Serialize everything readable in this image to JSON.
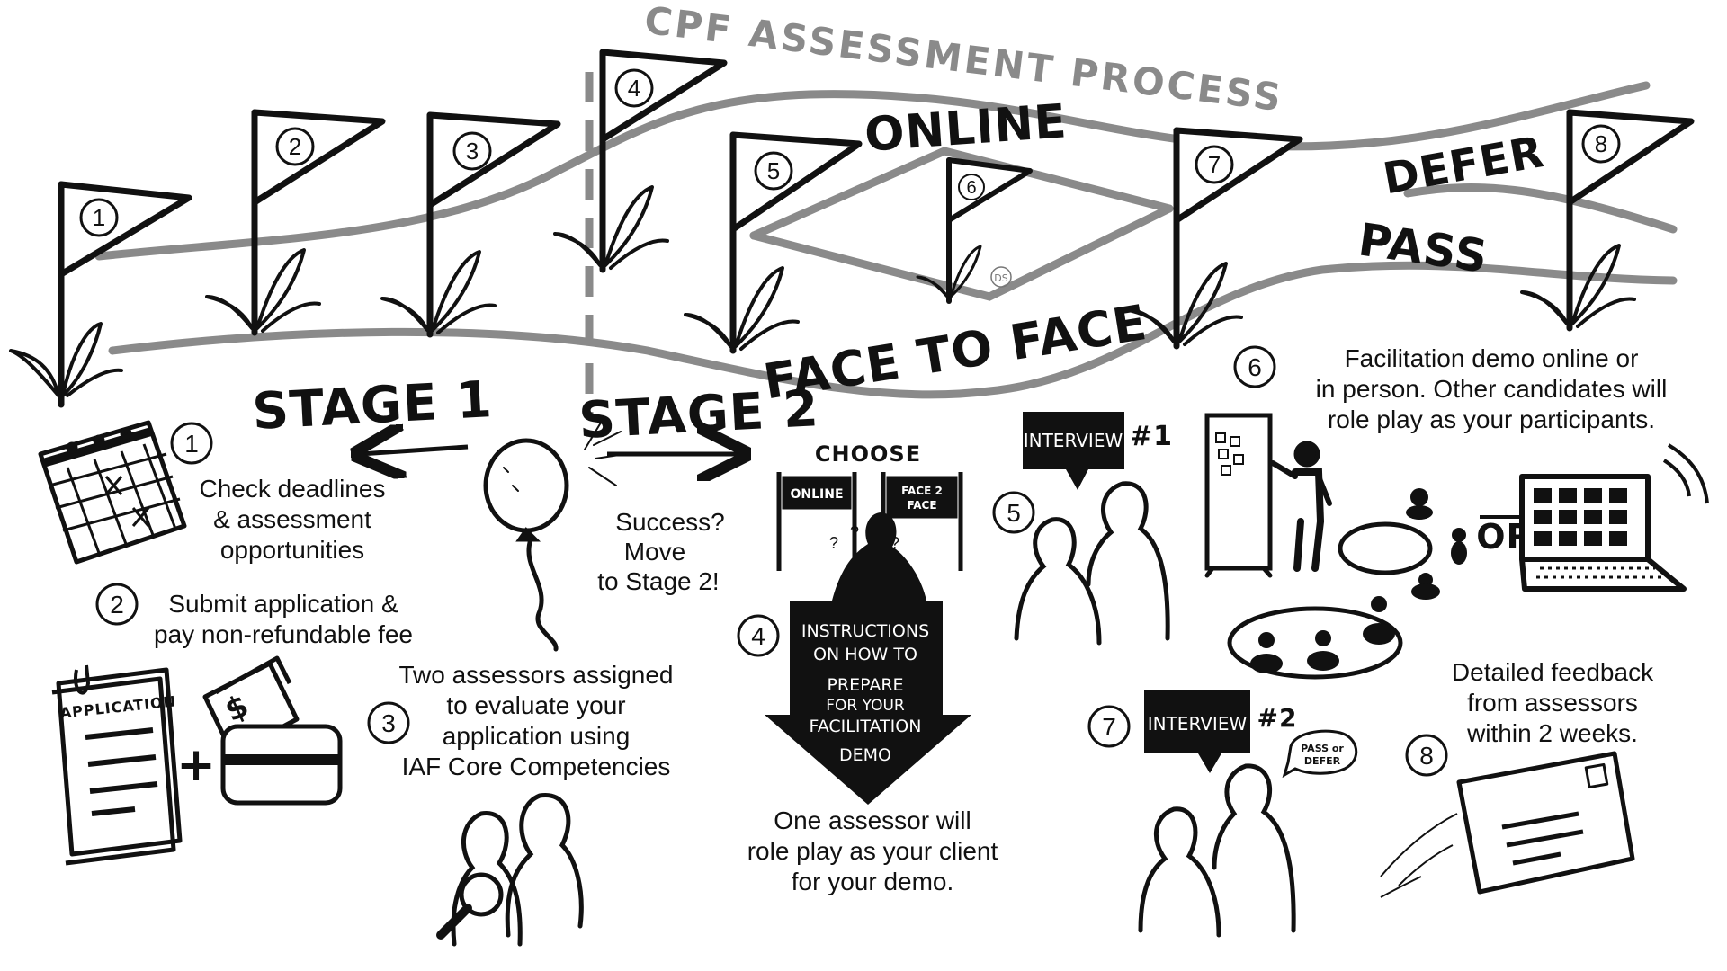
{
  "title": "CPF ASSESSMENT PROCESS",
  "path_labels": {
    "online": "ONLINE",
    "face_to_face": "FACE TO FACE",
    "defer": "DEFER",
    "pass": "PASS"
  },
  "stages": {
    "stage1": "STAGE 1",
    "stage2": "STAGE 2"
  },
  "flags": [
    "1",
    "2",
    "3",
    "4",
    "5",
    "6",
    "7",
    "8"
  ],
  "artist_mark": "DS",
  "steps": {
    "step1": {
      "num": "1",
      "lines": [
        "Check deadlines",
        "& assessment",
        "opportunities"
      ]
    },
    "step2": {
      "num": "2",
      "lines": [
        "Submit application &",
        "pay non-refundable fee"
      ]
    },
    "step3": {
      "num": "3",
      "lines": [
        "Two assessors assigned",
        "to evaluate your",
        "application using",
        "IAF Core Competencies"
      ]
    },
    "step4": {
      "num": "4",
      "lines": [
        "One assessor will",
        "role play as your client",
        "for your demo."
      ]
    },
    "step5": {
      "num": "5"
    },
    "step6": {
      "num": "6",
      "lines": [
        "Facilitation demo online or",
        "in person. Other candidates will",
        "role play as your participants."
      ]
    },
    "step7": {
      "num": "7"
    },
    "step8": {
      "num": "8",
      "lines": [
        "Detailed feedback",
        "from assessors",
        "within 2 weeks."
      ]
    }
  },
  "success_text": [
    "Success?",
    "Move",
    "to Stage 2!"
  ],
  "application_label": "APPLICATION",
  "plus_sign": "+",
  "money_symbol": "$",
  "choose": {
    "label": "CHOOSE",
    "online": "ONLINE",
    "face2face": [
      "FACE 2",
      "FACE"
    ],
    "question_marks": [
      "?",
      "?",
      "?"
    ]
  },
  "instructions_arrow": [
    "INSTRUCTIONS",
    "ON HOW TO",
    "PREPARE",
    "FOR YOUR",
    "FACILITATION",
    "DEMO"
  ],
  "interview1": {
    "label": "INTERVIEW",
    "number": "#1"
  },
  "interview2": {
    "label": "INTERVIEW",
    "number": "#2",
    "bubble": [
      "PASS or",
      "DEFER"
    ]
  },
  "or_label": "OR",
  "colors": {
    "ink": "#111111",
    "path_gray": "#8a8a8a",
    "paper": "#ffffff"
  }
}
